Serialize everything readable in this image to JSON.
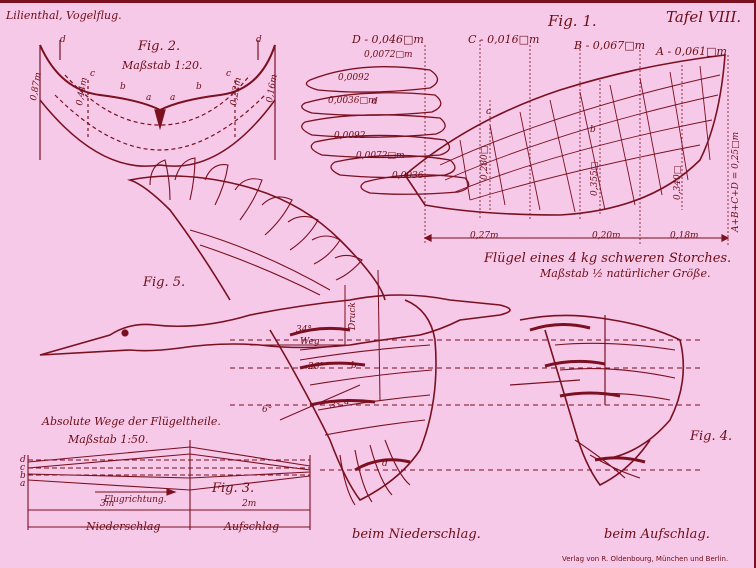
{
  "header": {
    "author": "Lilienthal, Vogelflug.",
    "plate": "Tafel VIII."
  },
  "fig1": {
    "title": "Fig. 1.",
    "areas": {
      "A": "A - 0,061□m",
      "B": "B - 0,067□m",
      "C": "C - 0,016□m",
      "D": "D - 0,046□m"
    },
    "feathers": [
      "0,0072□m",
      "0,0092",
      "0,0036□m",
      "0,0092",
      "0,0072□m",
      "0,0036"
    ],
    "letters": {
      "c": "c",
      "b": "b",
      "d": "d"
    },
    "heights": [
      "0,280□",
      "0,355□",
      "0,340□"
    ],
    "sum": "A+B+C+D = 0,25□m",
    "spans": [
      "0,27m",
      "0,20m",
      "0,18m"
    ],
    "caption": "Flügel eines 4 kg schweren Storches.",
    "scale": "Maßstab ½ natürlicher Größe."
  },
  "fig2": {
    "title": "Fig. 2.",
    "scale": "Maßstab 1:20.",
    "letters": [
      "d",
      "c",
      "b",
      "a",
      "a",
      "b",
      "c",
      "d"
    ],
    "dims": [
      "0,87m",
      "0,44m",
      "0,22m",
      "0,16m"
    ]
  },
  "fig5": {
    "title": "Fig. 5.",
    "labels": {
      "druck": "Druck",
      "weg": "Weg"
    },
    "angles": [
      "34°",
      "26°",
      "6°",
      "3°"
    ],
    "points": [
      "b",
      "d",
      "a"
    ],
    "caption": "beim Niederschlag."
  },
  "fig4": {
    "title": "Fig. 4.",
    "caption": "beim Aufschlag."
  },
  "fig3": {
    "heading": "Absolute Wege der Flügeltheile.",
    "scale": "Maßstab 1:50.",
    "title": "Fig. 3.",
    "direction": "Flugrichtung.",
    "down_len": "3m",
    "up_len": "2m",
    "down_label": "Niederschlag",
    "up_label": "Aufschlag",
    "letters": [
      "d",
      "c",
      "b",
      "a"
    ]
  },
  "publisher": "Verlag von R. Oldenbourg, München und Berlin."
}
